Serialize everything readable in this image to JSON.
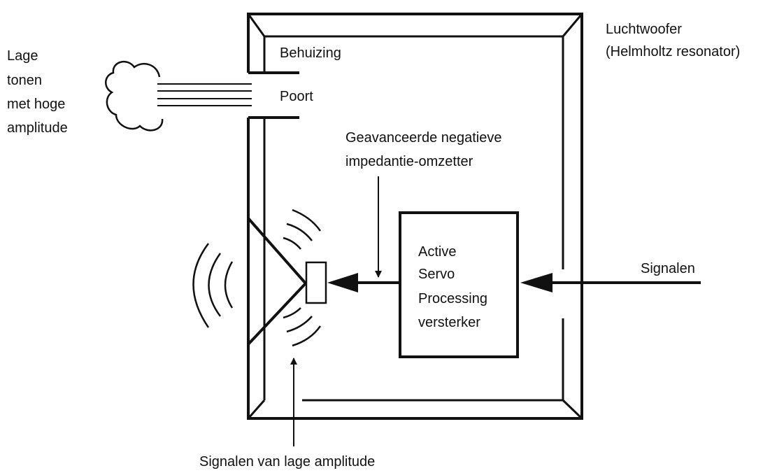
{
  "labels": {
    "lage_line1": "Lage",
    "lage_line2": "tonen",
    "lage_line3": "met hoge",
    "lage_line4": "amplitude",
    "behuizing": "Behuizing",
    "poort": "Poort",
    "luchtwoofer_line1": "Luchtwoofer",
    "luchtwoofer_line2": "(Helmholtz resonator)",
    "converter_line1": "Geavanceerde negatieve",
    "converter_line2": "impedantie-omzetter",
    "amp_line1": "Active",
    "amp_line2": "Servo",
    "amp_line3": "Processing",
    "amp_line4": "versterker",
    "signalen": "Signalen",
    "low_amplitude": "Signalen van lage amplitude"
  },
  "colors": {
    "stroke": "#111111",
    "background": "#ffffff"
  }
}
